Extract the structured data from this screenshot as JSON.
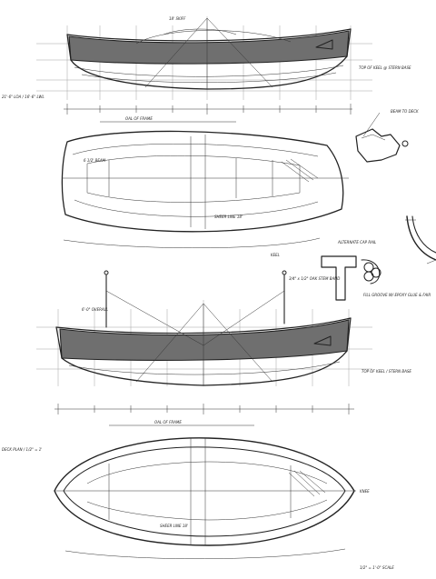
{
  "drawing_notes": {
    "top_section": "18' SKIFF",
    "top_left_note": "21'-6\" LOA / 16'-6\" LWL",
    "top_dims_label": "OAL OF FRAME",
    "top_plan_label": "6 1/2' BEAM",
    "sheer_note_top": "TOP OF KEEL @ STERN BASE",
    "keel_label": "KEEL",
    "deck_top": "BEAM TO DECK",
    "sheer_plan_top": "SHEER LINE 18'",
    "alternate_label": "ALTERNATE CAP RAIL",
    "alt_rail_note": "3/4\" x 1/2\" OAK STEM BAND",
    "foil_note": "FILL GROOVE W/ EPOXY GLUE & FAIR",
    "mid_note": "6'-0\" OVERALL",
    "mid_sheer_note": "TOP OF KEEL / STERN BASE",
    "bottom_dims_label": "OAL OF FRAME",
    "left_note_bottom": "DECK PLAN / 1/2\" = 1'",
    "bottom_sheer": "SHEER LINE 18'",
    "bottom_right": "1/2\" = 1'-0\" SCALE",
    "knee_label": "KNEE"
  },
  "colors": {
    "ink": "#222222",
    "hatch": "#6f6f6f",
    "paper": "#ffffff"
  }
}
